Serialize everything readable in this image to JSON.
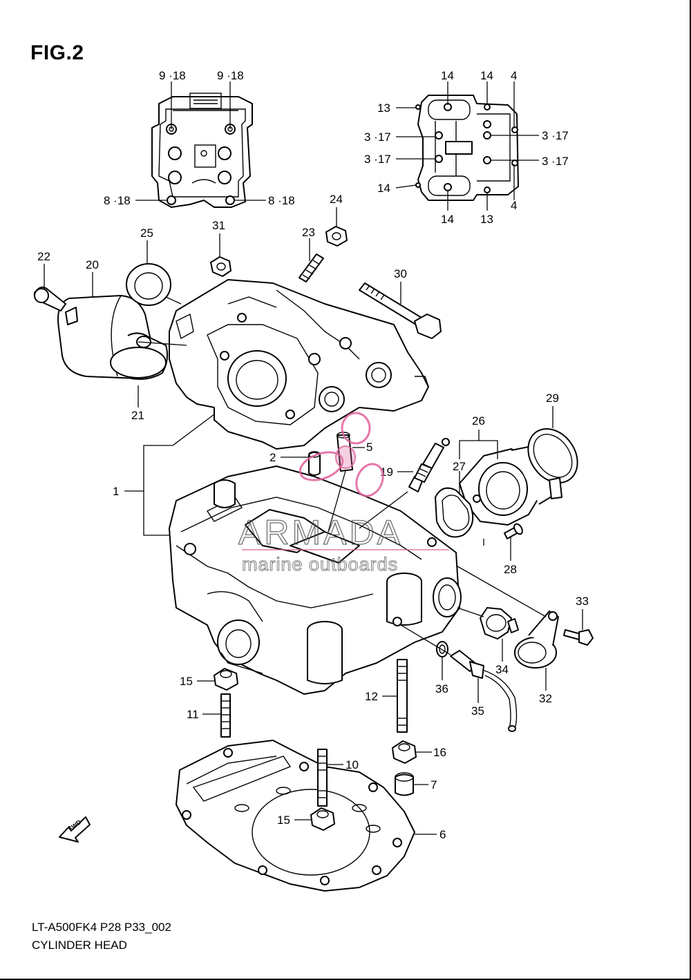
{
  "figure": {
    "title": "FIG.2",
    "model_code": "LT-A500FK4 P28 P33_002",
    "section_name": "CYLINDER HEAD"
  },
  "watermark": {
    "brand": "ARMADA",
    "tagline": "marine outboards",
    "logo_color": "#e0609a"
  },
  "callouts": {
    "c1": "1",
    "c2": "2",
    "c3_17_a": "3 ·17",
    "c3_17_b": "3 ·17",
    "c3_17_c": "3 ·17",
    "c3_17_d": "3 ·17",
    "c4_a": "4",
    "c4_b": "4",
    "c5": "5",
    "c6": "6",
    "c7": "7",
    "c8_18_a": "8 ·18",
    "c8_18_b": "8 ·18",
    "c9_18_a": "9 ·18",
    "c9_18_b": "9 ·18",
    "c10": "10",
    "c11": "11",
    "c12": "12",
    "c13_a": "13",
    "c13_b": "13",
    "c14_a": "14",
    "c14_b": "14",
    "c14_c": "14",
    "c14_d": "14",
    "c15_a": "15",
    "c15_b": "15",
    "c16": "16",
    "c19": "19",
    "c20": "20",
    "c21": "21",
    "c22": "22",
    "c23": "23",
    "c24": "24",
    "c25": "25",
    "c26": "26",
    "c27": "27",
    "c28": "28",
    "c29": "29",
    "c30": "30",
    "c31": "31",
    "c32": "32",
    "c33": "33",
    "c34": "34",
    "c35": "35",
    "c36": "36"
  },
  "direction_marker": {
    "label": "FWD",
    "icon": "fwd-arrow-icon"
  }
}
